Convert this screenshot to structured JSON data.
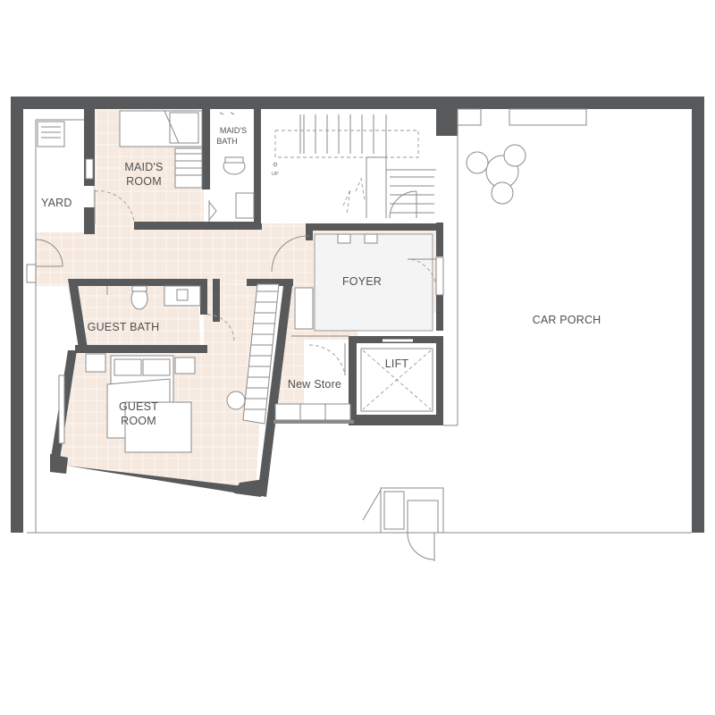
{
  "plan": {
    "colors": {
      "wall": "#58595b",
      "floor_tile": "#f6e9df",
      "line": "#8a8a8a",
      "text": "#505050",
      "background": "#ffffff"
    },
    "rooms": {
      "yard": "YARD",
      "maids_room_line1": "MAID'S",
      "maids_room_line2": "ROOM",
      "maids_bath_line1": "MAID'S",
      "maids_bath_line2": "BATH",
      "foyer": "FOYER",
      "guest_bath": "GUEST BATH",
      "guest_room_line1": "GUEST",
      "guest_room_line2": "ROOM",
      "new_store": "New Store",
      "lift": "LIFT",
      "car_porch": "CAR PORCH"
    },
    "stair_marker": "UP"
  }
}
